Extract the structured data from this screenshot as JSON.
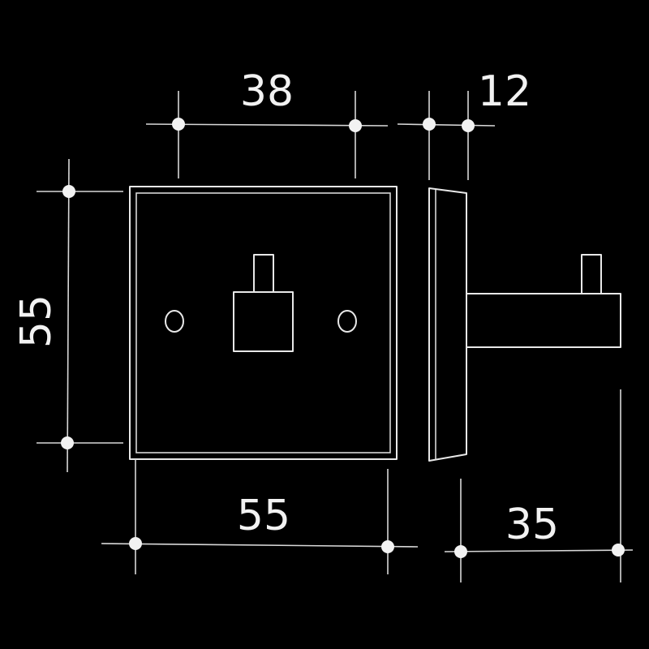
{
  "drawing": {
    "dimensions": {
      "top_width": "38",
      "side_depth": "12",
      "left_height": "55",
      "bottom_width": "55",
      "projection": "35"
    },
    "colors": {
      "background": "#000000",
      "lines": "#e8e8e8"
    }
  }
}
